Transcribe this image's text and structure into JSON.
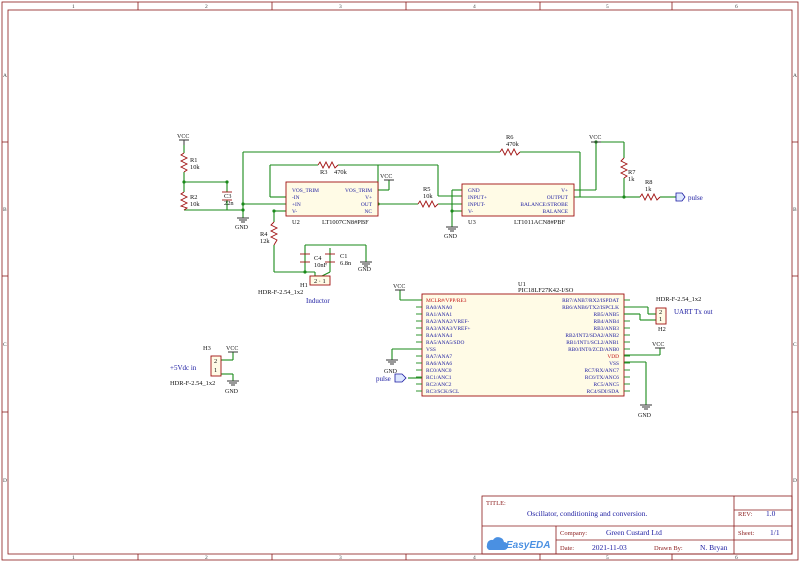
{
  "frame": {
    "col_labels": [
      "1",
      "2",
      "3",
      "4",
      "5",
      "6"
    ],
    "row_labels": [
      "A",
      "B",
      "C",
      "D"
    ]
  },
  "power": {
    "vcc": "VCC",
    "gnd": "GND"
  },
  "net_labels": {
    "pulse": "pulse"
  },
  "components": {
    "r1": {
      "ref": "R1",
      "value": "10k"
    },
    "r2": {
      "ref": "R2",
      "value": "10k"
    },
    "c3": {
      "ref": "C3",
      "value": "22n"
    },
    "r3": {
      "ref": "R3",
      "value": "470k"
    },
    "r4": {
      "ref": "R4",
      "value": "12k"
    },
    "r5": {
      "ref": "R5",
      "value": "10k"
    },
    "r6": {
      "ref": "R6",
      "value": "470k"
    },
    "r7": {
      "ref": "R7",
      "value": "1k"
    },
    "r8": {
      "ref": "R8",
      "value": "1k"
    },
    "c4": {
      "ref": "C4",
      "value": "10nF"
    },
    "c1": {
      "ref": "C1",
      "value": "6.8n"
    },
    "u2": {
      "ref": "U2",
      "value": "LT1007CN8#PBF",
      "left_pins": [
        "VOS_TRIM",
        "-IN",
        "+IN",
        "V-"
      ],
      "right_pins": [
        "VOS_TRIM",
        "V+",
        "OUT",
        "NC"
      ]
    },
    "u3": {
      "ref": "U3",
      "value": "LT1011ACN8#PBF",
      "left_pins": [
        "GND",
        "INPUT+",
        "INPUT-",
        "V-"
      ],
      "right_pins": [
        "V+",
        "OUTPUT",
        "BALANCE/STROBE",
        "BALANCE"
      ]
    },
    "h1": {
      "ref": "H1",
      "value": "HDR-F-2.54_1x2",
      "note": "Inductor"
    },
    "h2": {
      "ref": "H2",
      "value": "HDR-F-2.54_1x2",
      "note": "UART Tx out"
    },
    "h3": {
      "ref": "H3",
      "value": "HDR-F-2.54_1x2",
      "note": "+5Vdc in"
    },
    "u1": {
      "ref": "U1",
      "value": "PIC18LF27K42-I/SO",
      "left_pins": [
        "MCLR#/VPP/RE3",
        "RA0/ANA0",
        "RA1/ANA1",
        "RA2/ANA2/VREF-",
        "RA3/ANA3/VREF+",
        "RA4/ANA4",
        "RA5/ANA5/SDO",
        "VSS",
        "RA7/ANA7",
        "RA6/ANA6",
        "RC0/ANC0",
        "RC1/ANC1",
        "RC2/ANC2",
        "RC3/SCK/SCL"
      ],
      "right_pins": [
        "RB7/ANB7/RX2/ISPDAT",
        "RB6/ANB6/TX2/ISPCLK",
        "RB5/ANB5",
        "RB4/ANB4",
        "RB3/ANB3",
        "RB2/INT2/SDA2/ANB2",
        "RB1/INT1/SCL2/ANB1",
        "RB0/INT0/ZCD/ANB0",
        "VDD",
        "VSS",
        "RC7/RX/ANC7",
        "RC6/TX/ANC6",
        "RC5/ANC5",
        "RC4/SDI/SDA"
      ]
    }
  },
  "title_block": {
    "title_label": "TITLE:",
    "title": "Oscillator, conditioning and conversion.",
    "rev_label": "REV:",
    "rev": "1.0",
    "company_label": "Company:",
    "company": "Green Custard Ltd",
    "sheet_label": "Sheet:",
    "sheet": "1/1",
    "date_label": "Date:",
    "date": "2021-11-03",
    "drawn_label": "Drawn By:",
    "drawn": "N. Bryan",
    "logo": "EasyEDA"
  }
}
